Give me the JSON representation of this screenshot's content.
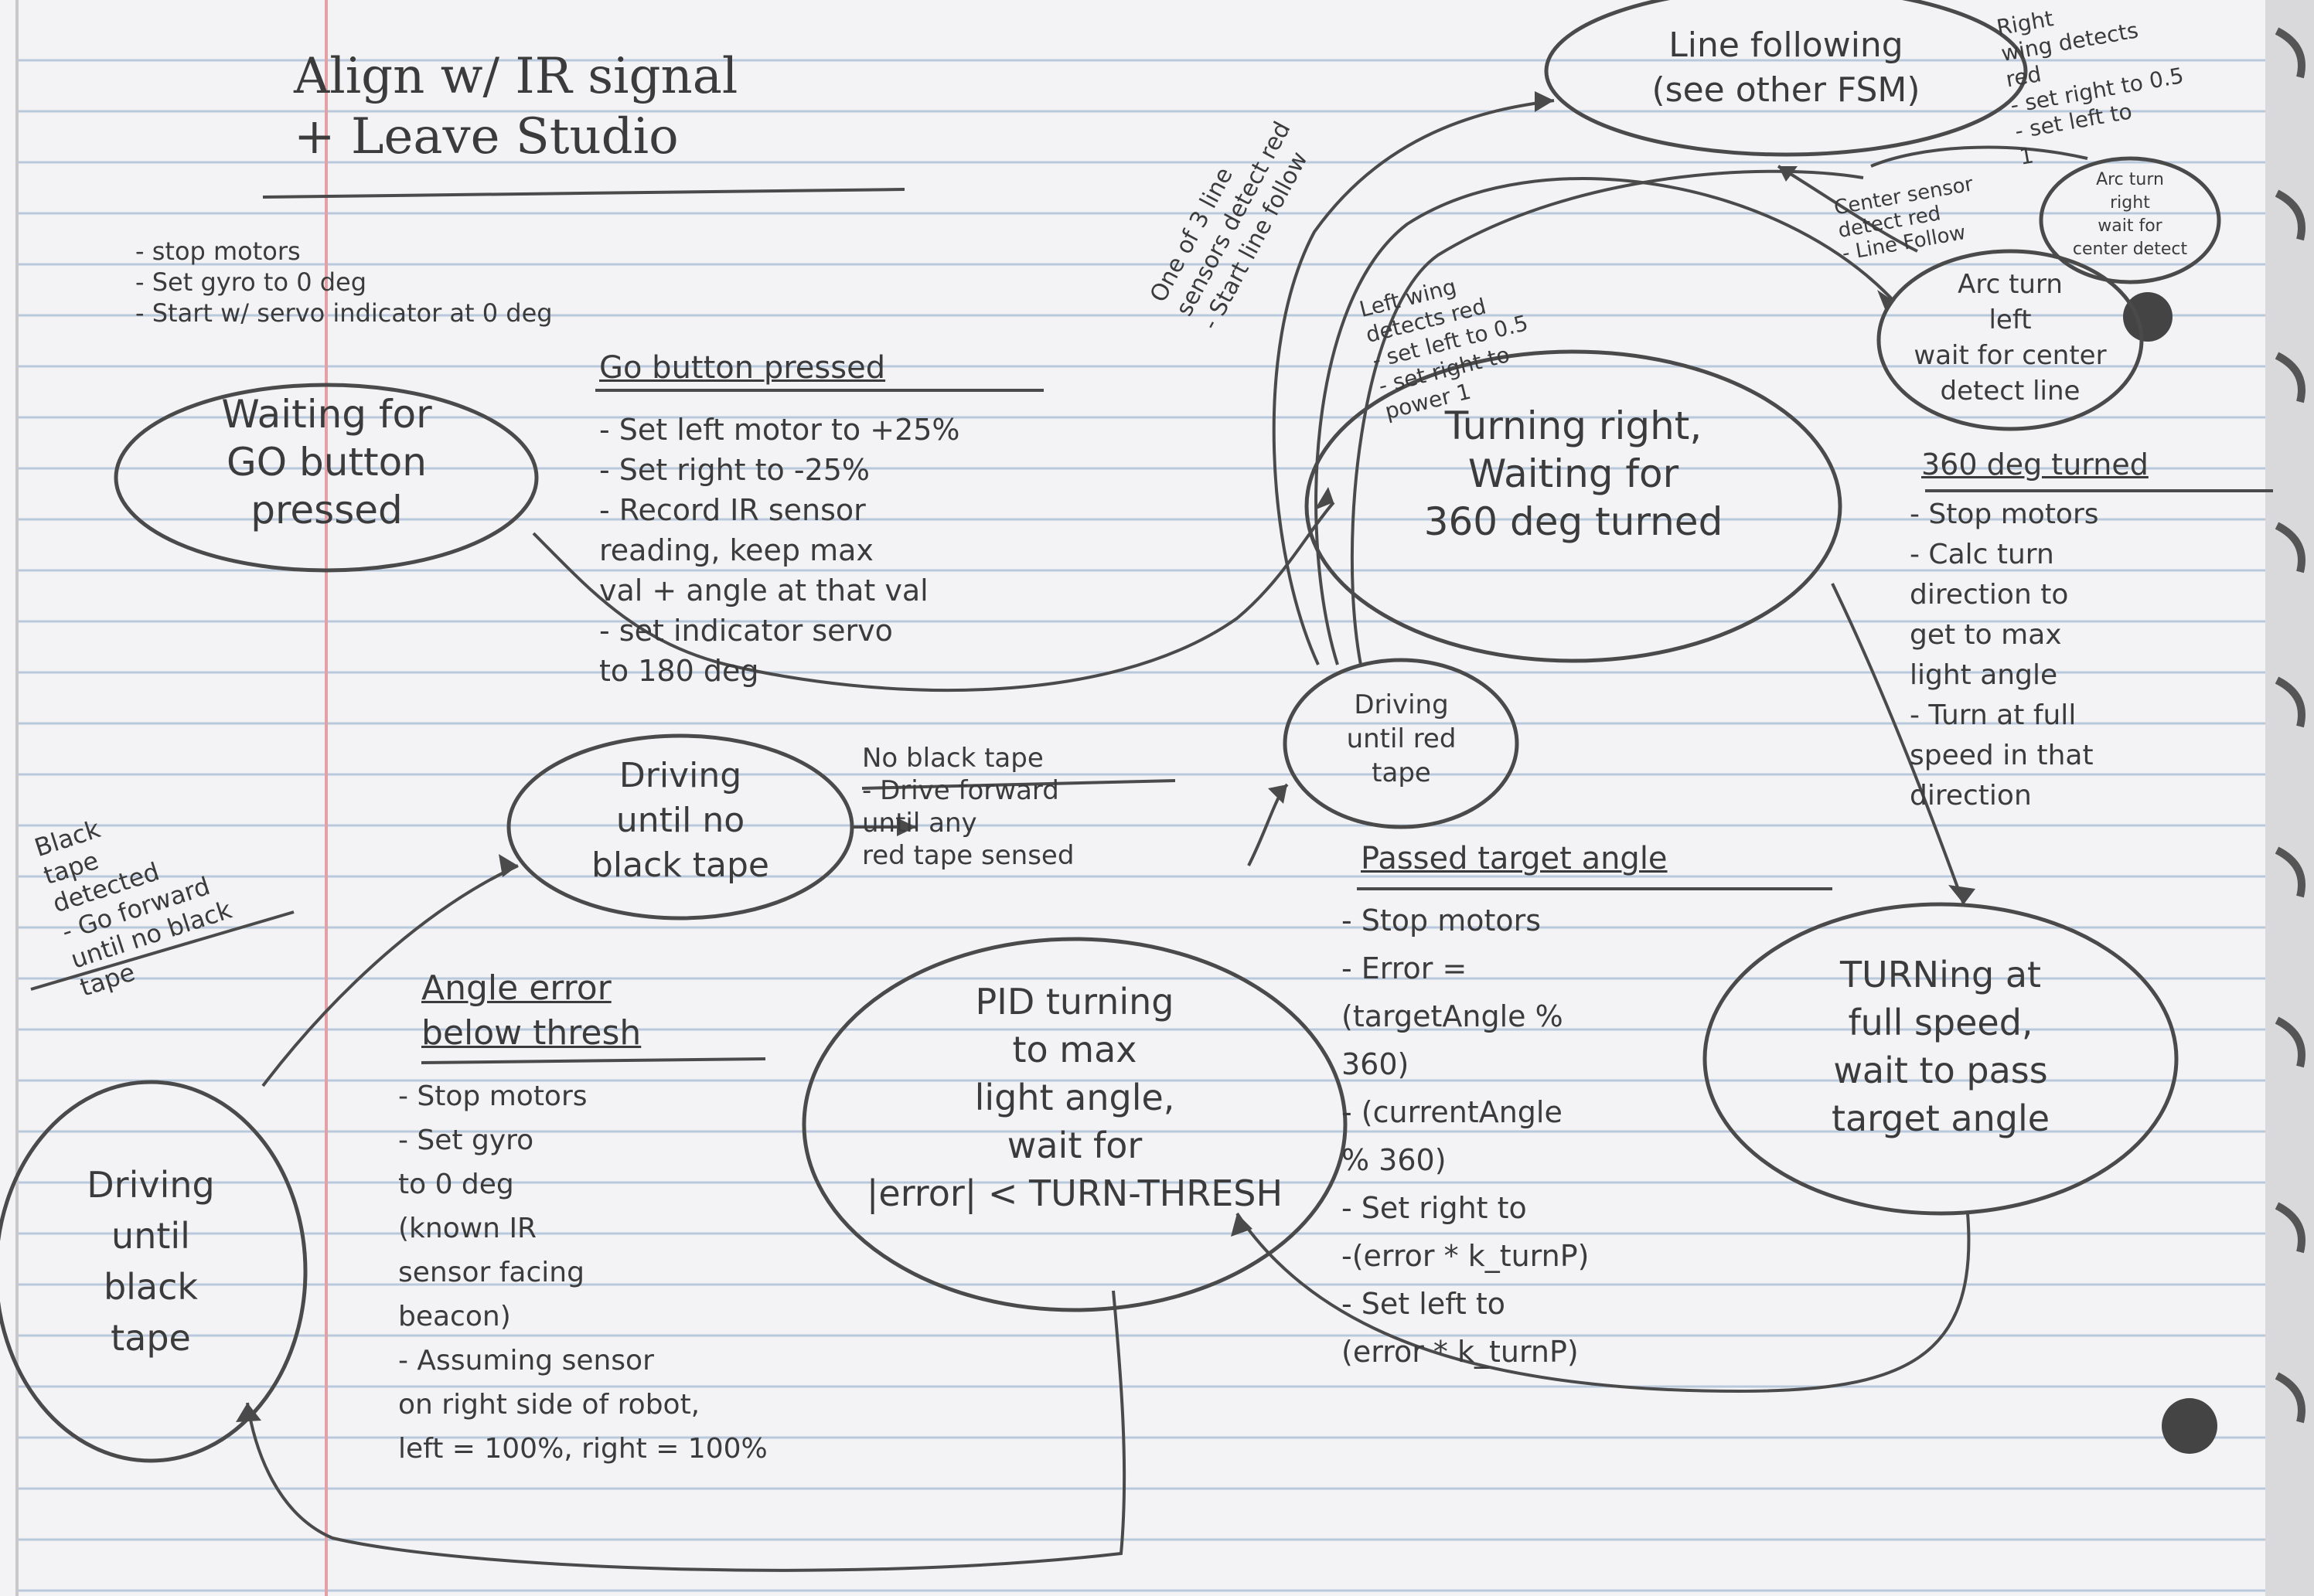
{
  "title": "Align w/ IR signal\n+ Leave Studio",
  "start_actions": "- stop motors\n- Set gyro to 0 deg\n- Start w/ servo indicator at 0 deg",
  "states": {
    "waiting": "Waiting for\nGO button\npressed",
    "turning_right": "Turning right,\nWaiting for\n360 deg turned",
    "driving_red": "Driving\nuntil red\ntape",
    "driving_no_black": "Driving\nuntil no\nblack tape",
    "pid": "PID turning\nto max\nlight angle,\nwait for\n|error| < TURN-THRESH",
    "turning_full": "TURNing at\nfull speed,\nwait to pass\ntarget angle",
    "driving_black": "Driving\nuntil\nblack\ntape",
    "line_following": "Line following\n(see other FSM)",
    "arc_left": "Arc turn\nleft\nwait for center\ndetect line",
    "arc_right": "Arc turn\nright\nwait for\ncenter detect"
  },
  "transitions": {
    "go_pressed": {
      "header": "Go button pressed",
      "body": "- Set left motor to +25%\n- Set right to -25%\n- Record IR sensor\nreading, keep max\nval + angle at that val\n- set indicator servo\nto 180 deg"
    },
    "deg360": {
      "header": "360 deg turned",
      "body": "- Stop motors\n- Calc turn\ndirection to\nget to max\nlight angle\n- Turn at full\nspeed in that\ndirection"
    },
    "passed_target": {
      "header": "Passed target angle",
      "body": "- Stop motors\n- Error =\n(targetAngle %\n360)\n- (currentAngle\n% 360)\n- Set right to\n-(error * k_turnP)\n- Set left to\n(error * k_turnP)"
    },
    "angle_error": {
      "header": "Angle error\nbelow thresh",
      "body": "- Stop motors\n- Set gyro\nto 0 deg\n(known IR\nsensor facing\nbeacon)\n- Assuming sensor\non right side of robot,\nleft = 100%, right = 100%"
    },
    "black_detected": "Black\ntape\ndetected\n- Go forward\nuntil no black\ntape",
    "no_black": "No black tape\n- Drive forward\nuntil any\nred tape sensed",
    "one_of_3": "One of 3 line\nsensors detect red\n- Start line follow",
    "left_wing": "Left wing\ndetects red\n- set left to 0.5\n- set right to\npower 1",
    "right_wing": "Right\nwing detects\nred\n- set right to 0.5\n- set left to\n1",
    "center_sensor": "Center sensor\ndetect red\n- Line Follow"
  }
}
